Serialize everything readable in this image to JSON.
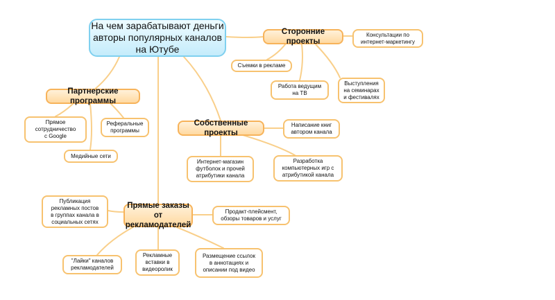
{
  "root": {
    "title": "На чем зарабатывают деньги\nавторы популярных каналов\nна Ютубе"
  },
  "branches": {
    "third_party": {
      "title": "Сторонние проекты",
      "items": [
        "Консультации по\nинтернет-маркетингу",
        "Съемки в рекламе",
        "Работа ведущим\nна ТВ",
        "Выступления\nна семинарах\nи фестивалях"
      ]
    },
    "partner": {
      "title": "Партнерские программы",
      "items": [
        "Прямое\nсотрудничество\nс Google",
        "Реферальные\nпрограммы",
        "Медийные сети"
      ]
    },
    "own": {
      "title": "Собственные проекты",
      "items": [
        "Написание книг\nавтором канала",
        "Интернет-магазин\nфутболок и прочей\nатрибутики канала",
        "Разработка\nкомпьютерных игр с\nатрибутикой канала"
      ]
    },
    "direct": {
      "title": "Прямые заказы от\nрекламодателей",
      "items": [
        "Публикация\nрекламных постов\nв группах канала в\nсоциальных сетях",
        "Продакт-плейсмент,\nобзоры товаров и услуг",
        "\"Лайки\" каналов\nрекламодателей",
        "Рекламные\nвставки в\nвидеоролик",
        "Размещение ссылок\nв аннотациях и\nописании под видео"
      ]
    }
  },
  "colors": {
    "connector": "#f9cf8a",
    "main_border": "#f7b35a",
    "root_border": "#7fd0ef"
  }
}
